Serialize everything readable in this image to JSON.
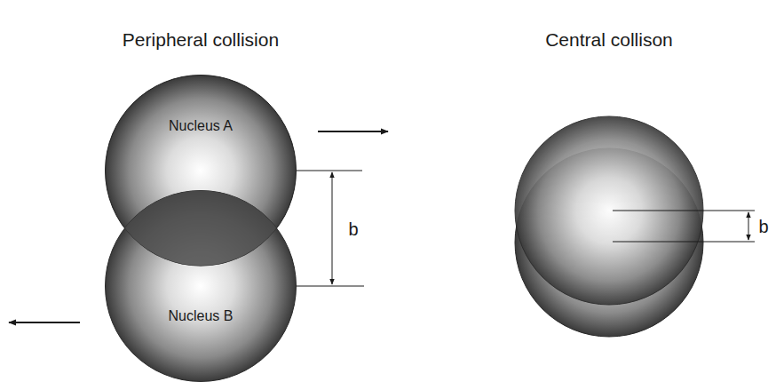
{
  "diagram": {
    "nodes": [
      {
        "text": [
          "Nucleus A"
        ]
      },
      {
        "text": [
          "Nucleus B"
        ]
      }
    ],
    "labels": [
      "Peripheral collision",
      "Central collison",
      "b",
      "b"
    ]
  }
}
